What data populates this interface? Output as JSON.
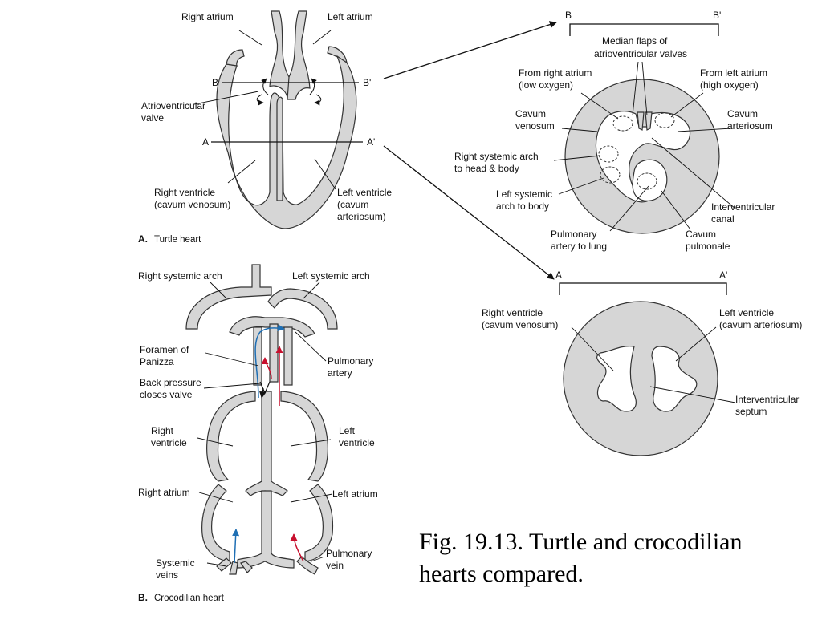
{
  "turtle": {
    "panel_letter": "A.",
    "panel_title": "Turtle heart",
    "labels": {
      "right_atrium": "Right atrium",
      "left_atrium": "Left atrium",
      "b": "B",
      "b_prime": "B'",
      "av_valve_1": "Atrioventricular",
      "av_valve_2": "valve",
      "a": "A",
      "a_prime": "A'",
      "rv_1": "Right ventricle",
      "rv_2": "(cavum venosum)",
      "lv_1": "Left ventricle",
      "lv_2": "(cavum",
      "lv_3": "arteriosum)"
    }
  },
  "section_bb": {
    "b": "B",
    "b_prime": "B'",
    "median_1": "Median flaps of",
    "median_2": "atrioventricular valves",
    "from_right_1": "From right atrium",
    "from_right_2": "(low oxygen)",
    "from_left_1": "From left atrium",
    "from_left_2": "(high oxygen)",
    "cav_ven_1": "Cavum",
    "cav_ven_2": "venosum",
    "cav_art_1": "Cavum",
    "cav_art_2": "arteriosum",
    "rsa_1": "Right systemic arch",
    "rsa_2": "to head & body",
    "lsa_1": "Left systemic",
    "lsa_2": "arch to body",
    "ivc_1": "Interventricular",
    "ivc_2": "canal",
    "pa_1": "Pulmonary",
    "pa_2": "artery to lung",
    "cp_1": "Cavum",
    "cp_2": "pulmonale"
  },
  "section_aa": {
    "a": "A",
    "a_prime": "A'",
    "rv_1": "Right ventricle",
    "rv_2": "(cavum venosum)",
    "lv_1": "Left ventricle",
    "lv_2": "(cavum arteriosum)",
    "ivs_1": "Interventricular",
    "ivs_2": "septum"
  },
  "croc": {
    "panel_letter": "B.",
    "panel_title": "Crocodilian heart",
    "labels": {
      "rsa": "Right systemic arch",
      "lsa": "Left systemic arch",
      "fp_1": "Foramen of",
      "fp_2": "Panizza",
      "pa_1": "Pulmonary",
      "pa_2": "artery",
      "bp_1": "Back pressure",
      "bp_2": "closes valve",
      "rv_1": "Right",
      "rv_2": "ventricle",
      "lv_1": "Left",
      "lv_2": "ventricle",
      "ra": "Right atrium",
      "la": "Left atrium",
      "sv_1": "Systemic",
      "sv_2": "veins",
      "pv_1": "Pulmonary",
      "pv_2": "vein"
    }
  },
  "caption": {
    "line1": "Fig. 19.13. Turtle and crocodilian",
    "line2": "hearts compared."
  },
  "colors": {
    "tissue": "#d6d6d6",
    "outline": "#333333",
    "deoxygenated": "#1f6fb4",
    "oxygenated": "#c8102e"
  }
}
